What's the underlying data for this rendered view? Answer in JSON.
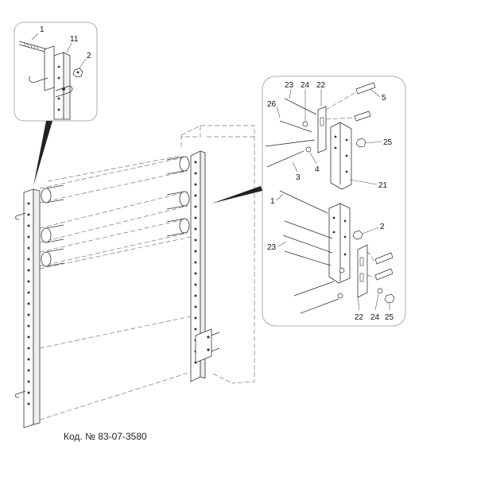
{
  "caption": "Код. № 83-07-3580",
  "callouts_top_detail": [
    "1",
    "11",
    "2"
  ],
  "callouts_right_detail": [
    "23",
    "24",
    "22",
    "5",
    "26",
    "25",
    "4",
    "3",
    "21",
    "1",
    "2",
    "23",
    "22",
    "24",
    "25"
  ]
}
